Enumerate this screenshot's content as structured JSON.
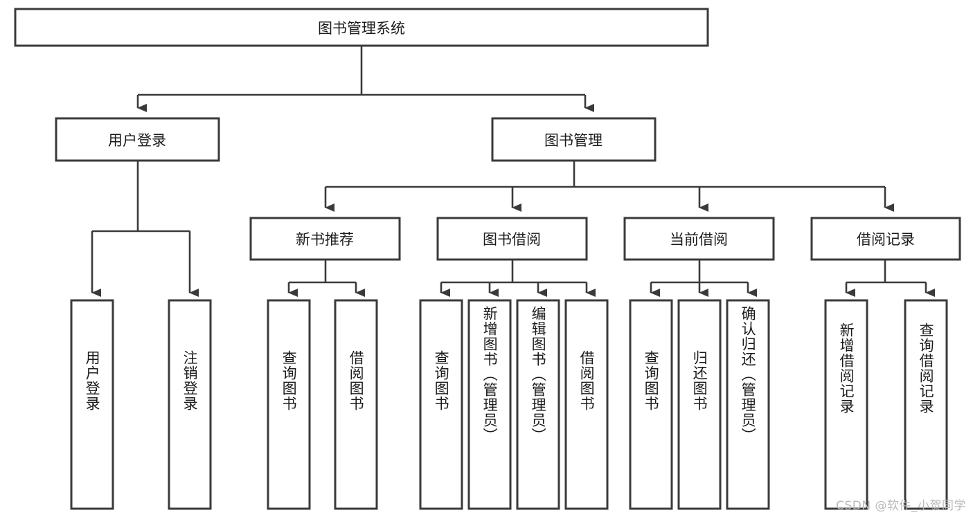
{
  "diagram": {
    "type": "tree",
    "title": "图书管理系统",
    "watermark": "CSDN @软件_小贺同学",
    "root": {
      "label": "图书管理系统"
    },
    "level2": [
      {
        "label": "用户登录"
      },
      {
        "label": "图书管理"
      }
    ],
    "level3": [
      {
        "label": "新书推荐"
      },
      {
        "label": "图书借阅"
      },
      {
        "label": "当前借阅"
      },
      {
        "label": "借阅记录"
      }
    ],
    "leaves": {
      "user_login": [
        {
          "label": "用户登录"
        },
        {
          "label": "注销登录"
        }
      ],
      "new_book_recommend": [
        {
          "label": "查询图书"
        },
        {
          "label": "借阅图书"
        }
      ],
      "book_borrow": [
        {
          "label": "查询图书"
        },
        {
          "label": "新增图书（管理员）"
        },
        {
          "label": "编辑图书（管理员）"
        },
        {
          "label": "借阅图书"
        }
      ],
      "current_borrow": [
        {
          "label": "查询图书"
        },
        {
          "label": "归还图书"
        },
        {
          "label": "确认归还（管理员）"
        }
      ],
      "borrow_record": [
        {
          "label": "新增借阅记录"
        },
        {
          "label": "查询借阅记录"
        }
      ]
    },
    "colors": {
      "stroke": "#3a3a3a",
      "fill": "#ffffff",
      "text": "#1b1b1b",
      "watermark": "#b9b9b9"
    }
  }
}
